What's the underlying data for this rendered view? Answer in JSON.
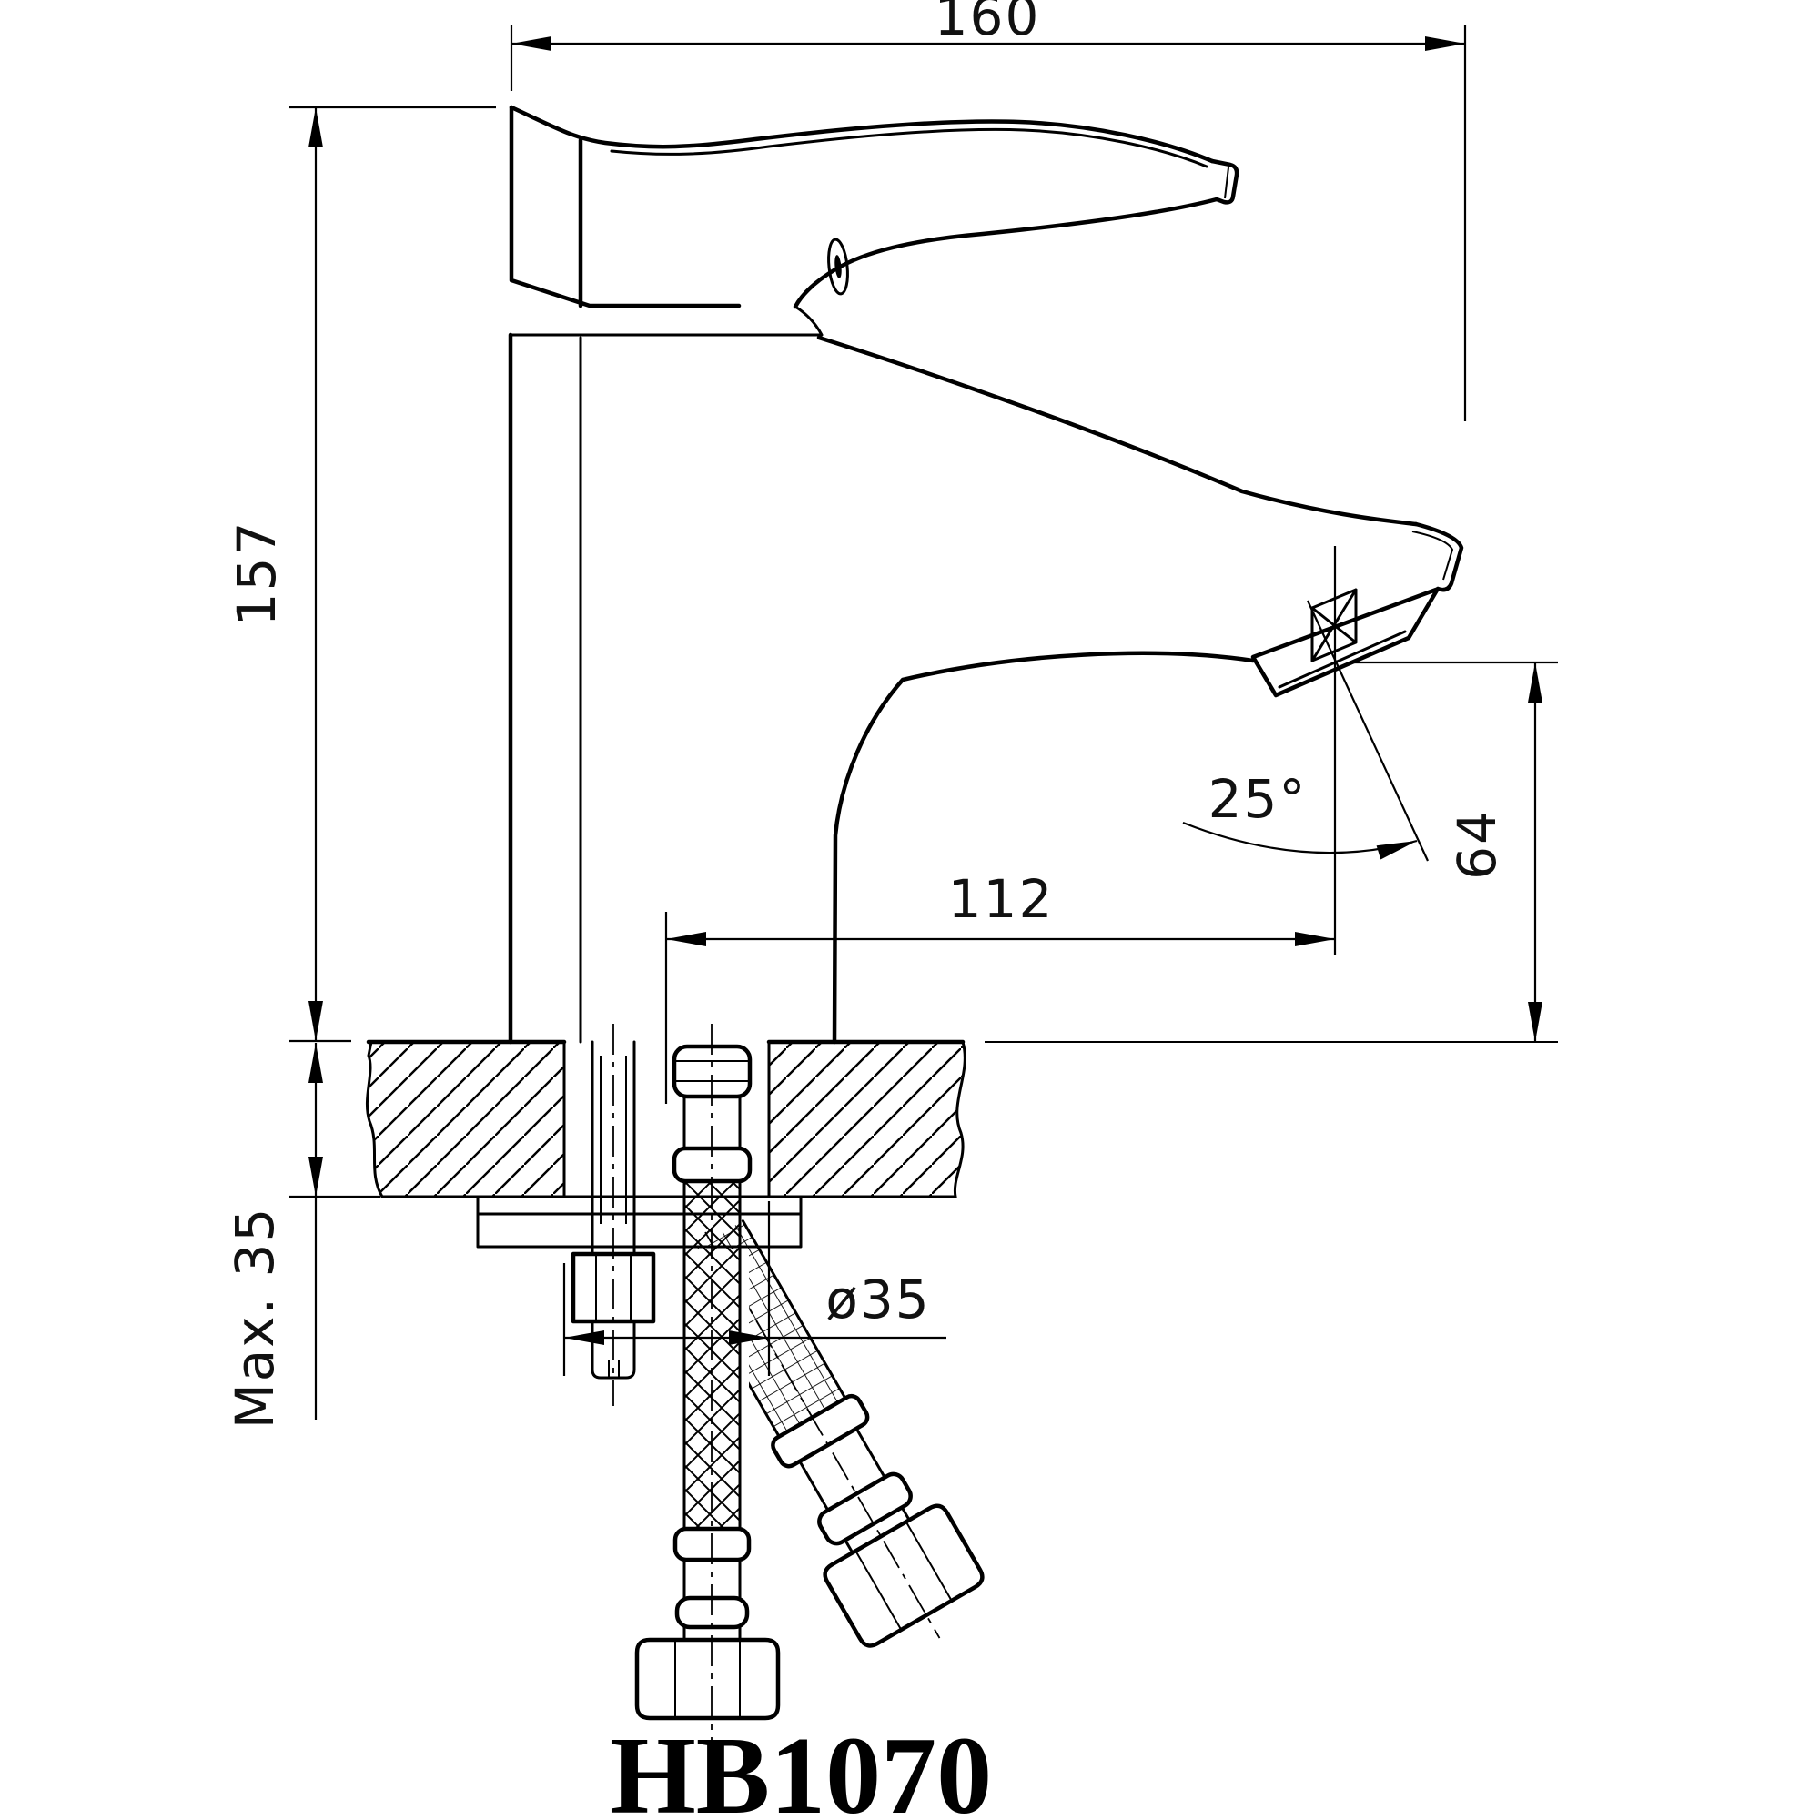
{
  "drawing": {
    "model": "HB1070",
    "dims": {
      "total_width": "160",
      "total_height": "157",
      "reach": "112",
      "outlet_height": "64",
      "angle": "25°",
      "hole": "ø35",
      "max_thickness": "Max. 35"
    }
  },
  "colors": {
    "ink": "#000000",
    "paper": "#ffffff"
  }
}
